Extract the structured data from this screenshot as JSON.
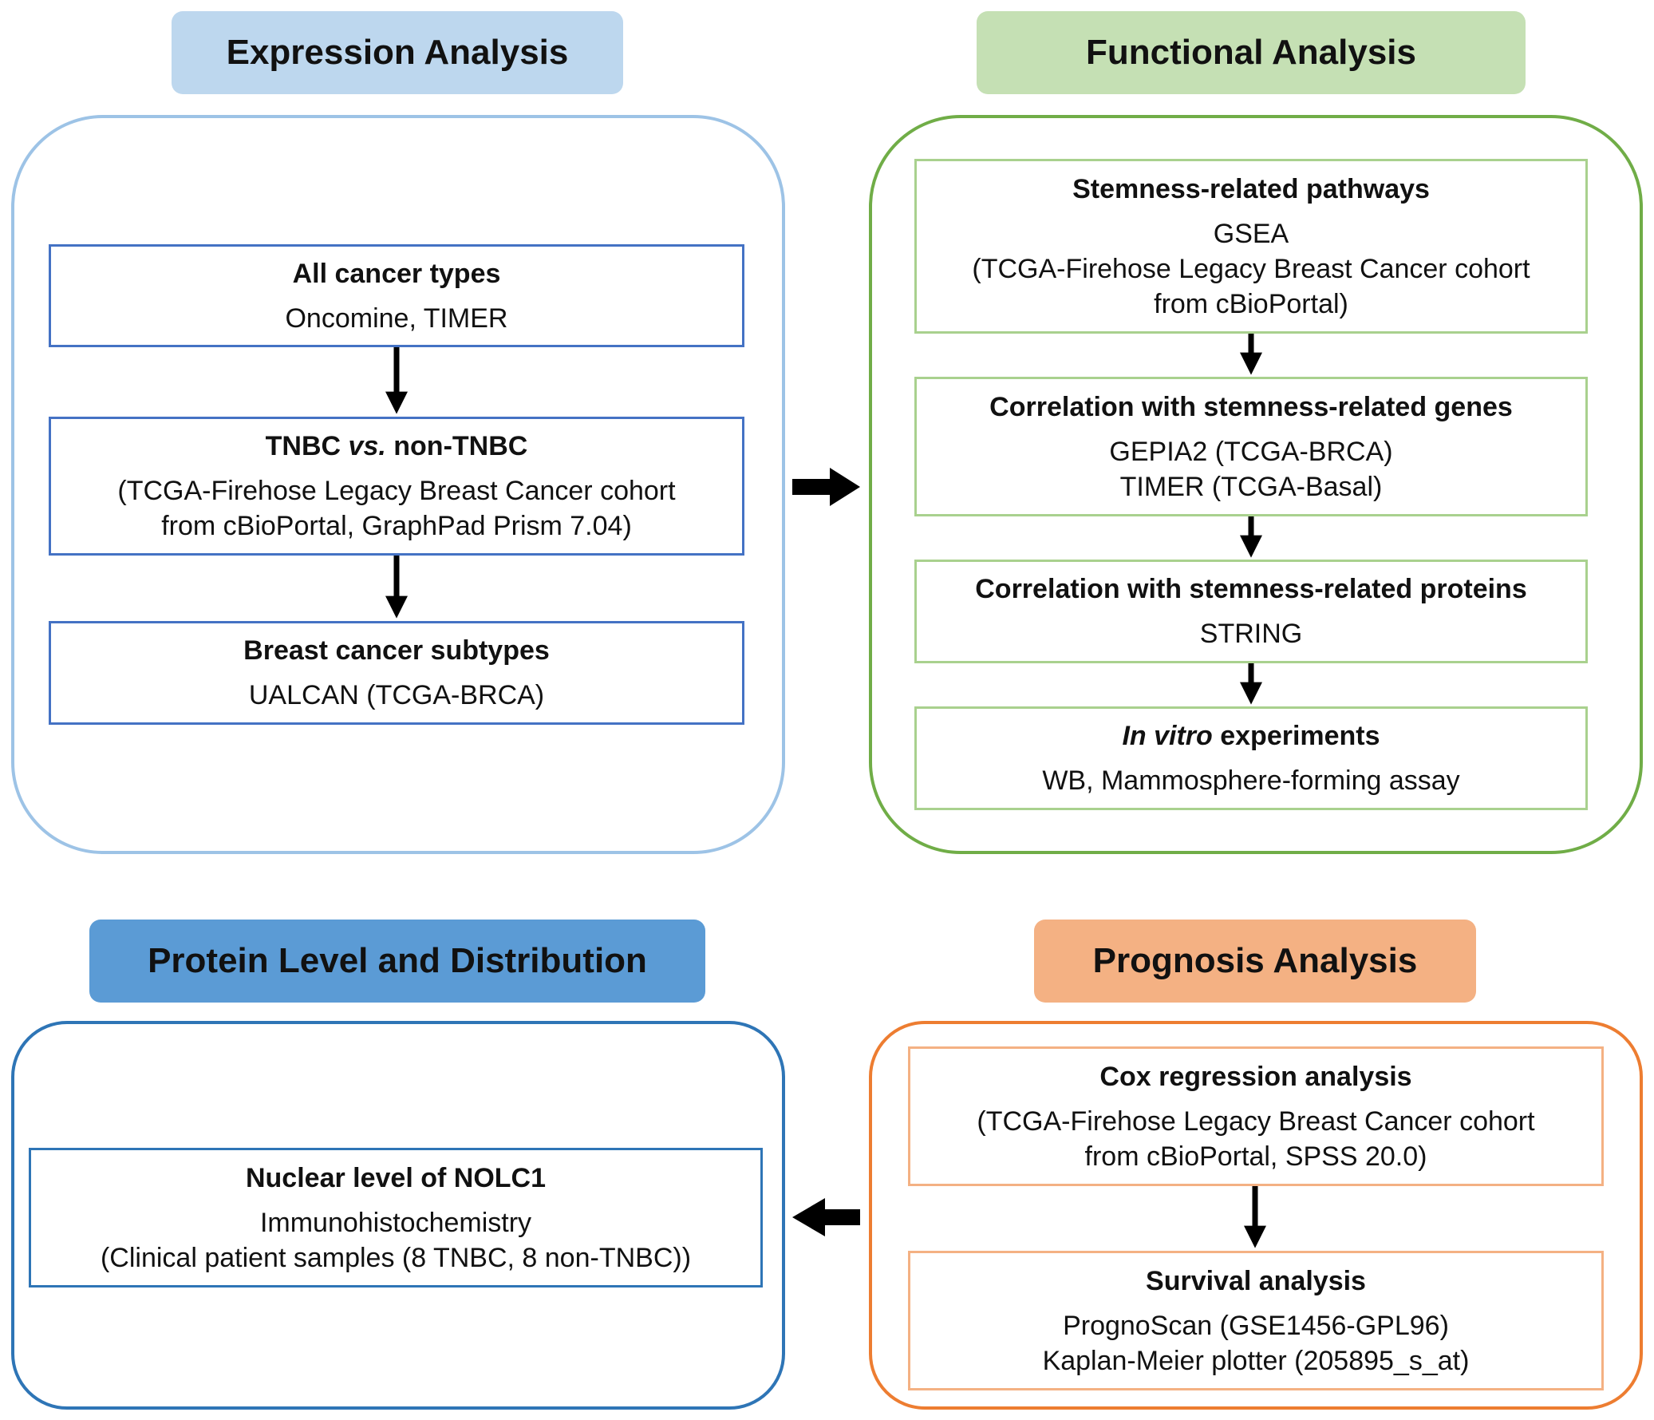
{
  "colors": {
    "expression_header_bg": "#bdd7ee",
    "expression_border": "#9dc3e6",
    "expression_box_border": "#4472c4",
    "functional_header_bg": "#c5e0b4",
    "functional_border": "#70ad47",
    "functional_box_border": "#a9d18e",
    "protein_header_bg": "#5b9bd5",
    "protein_border": "#2e75b6",
    "protein_box_border": "#2e75b6",
    "prognosis_header_bg": "#f4b183",
    "prognosis_border": "#ed7d31",
    "prognosis_box_border": "#f4b183",
    "arrow": "#000000"
  },
  "expression": {
    "header": "Expression Analysis",
    "boxes": [
      {
        "title": "All cancer types",
        "lines": [
          "Oncomine, TIMER"
        ]
      },
      {
        "title_a": "TNBC ",
        "title_em": "vs.",
        "title_b": " non-TNBC",
        "lines": [
          "(TCGA-Firehose Legacy Breast Cancer cohort",
          "from cBioPortal, GraphPad Prism 7.04)"
        ]
      },
      {
        "title": "Breast cancer subtypes",
        "lines": [
          "UALCAN (TCGA-BRCA)"
        ]
      }
    ]
  },
  "functional": {
    "header": "Functional Analysis",
    "boxes": [
      {
        "title": "Stemness-related pathways",
        "lines": [
          "GSEA",
          "(TCGA-Firehose Legacy Breast Cancer cohort",
          "from cBioPortal)"
        ]
      },
      {
        "title": "Correlation with stemness-related genes",
        "lines": [
          "GEPIA2 (TCGA-BRCA)",
          "TIMER (TCGA-Basal)"
        ]
      },
      {
        "title": "Correlation with stemness-related proteins",
        "lines": [
          "STRING"
        ]
      },
      {
        "title_em": "In vitro",
        "title_b": " experiments",
        "lines": [
          "WB, Mammosphere-forming assay"
        ]
      }
    ]
  },
  "protein": {
    "header": "Protein Level and Distribution",
    "boxes": [
      {
        "title": "Nuclear level of NOLC1",
        "lines": [
          "Immunohistochemistry",
          "(Clinical patient samples (8 TNBC, 8 non-TNBC))"
        ]
      }
    ]
  },
  "prognosis": {
    "header": "Prognosis Analysis",
    "boxes": [
      {
        "title": "Cox regression analysis",
        "lines": [
          "(TCGA-Firehose Legacy Breast Cancer cohort",
          "from cBioPortal, SPSS 20.0)"
        ]
      },
      {
        "title": "Survival analysis",
        "lines": [
          "PrognoScan (GSE1456-GPL96)",
          "Kaplan-Meier plotter (205895_s_at)"
        ]
      }
    ]
  }
}
